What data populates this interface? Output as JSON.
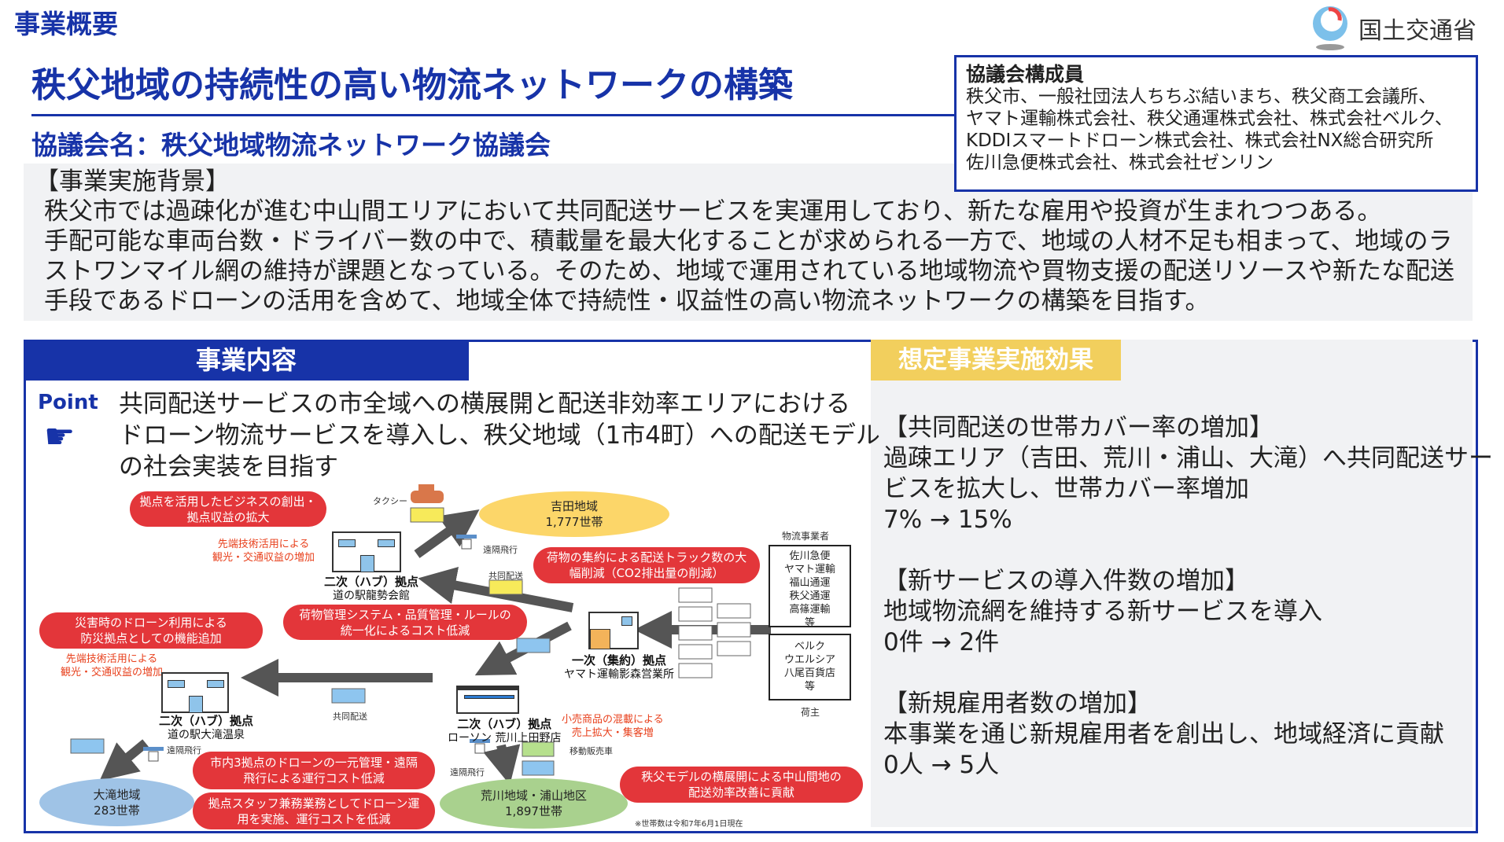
{
  "header": {
    "section_label": "事業概要",
    "title": "秩父地域の持続性の高い物流ネットワークの構築",
    "council_name": "協議会名：秩父地域物流ネットワーク協議会",
    "ministry": "国土交通省"
  },
  "members": {
    "heading": "協議会構成員",
    "lines": [
      "秩父市、一般社団法人ちちぶ結いまち、秩父商工会議所、",
      "ヤマト運輸株式会社、秩父通運株式会社、株式会社ベルク、",
      "KDDIスマートドローン株式会社、株式会社NX総合研究所",
      "佐川急便株式会社、株式会社ゼンリン"
    ]
  },
  "background": {
    "heading": "【事業実施背景】",
    "lines": [
      "秩父市では過疎化が進む中山間エリアにおいて共同配送サービスを実運用しており、新たな雇用や投資が生まれつつある。",
      "手配可能な車両台数・ドライバー数の中で、積載量を最大化することが求められる一方で、地域の人材不足も相まって、地域のラ",
      "ストワンマイル網の維持が課題となっている。そのため、地域で運用されている地域物流や買物支援の配送リソースや新たな配送",
      "手段であるドローンの活用を含めて、地域全体で持続性・収益性の高い物流ネットワークの構築を目指す。"
    ]
  },
  "content": {
    "tab": "事業内容",
    "point_label": "Point",
    "point_lines": [
      "共同配送サービスの市全域への横展開と配送非効率エリアにおける",
      "ドローン物流サービスを導入し、秩父地域（1市4町）への配送モデル",
      "の社会実装を目指す"
    ]
  },
  "diagram": {
    "pills": [
      "拠点を活用したビジネスの創出・\n拠点収益の拡大",
      "荷物の集約による配送トラック数の大\n幅削減（CO2排出量の削減）",
      "荷物管理システム・品質管理・ルールの\n統一化によるコスト低減",
      "災害時のドローン利用による\n防災拠点としての機能追加",
      "市内3拠点のドローンの一元管理・遠隔\n飛行による運行コスト低減",
      "拠点スタッフ兼務業務としてドローン運\n用を実施、運行コストを低減",
      "秩父モデルの横展開による中山間地の\n配送効率改善に貢献"
    ],
    "orange_notes": [
      "先端技術活用による\n観光・交通収益の増加",
      "先端技術活用による\n観光・交通収益の増加",
      "小売商品の混載による\n売上拡大・集客増"
    ],
    "hubs": {
      "ryusei": [
        "二次（ハブ）拠点",
        "道の駅龍勢会館"
      ],
      "otaki": [
        "二次（ハブ）拠点",
        "道の駅大滝温泉"
      ],
      "lawson": [
        "二次（ハブ）拠点",
        "ローソン 荒川上田野店"
      ],
      "primary": [
        "一次（集約）拠点",
        "ヤマト運輸影森営業所"
      ]
    },
    "areas": {
      "yoshida": [
        "吉田地域",
        "1,777世帯"
      ],
      "otaki": [
        "大滝地域",
        "283世帯"
      ],
      "arakawa": [
        "荒川地域・浦山地区",
        "1,897世帯"
      ]
    },
    "small_labels": {
      "taxi": "タクシー",
      "remote_flight": "遠隔飛行",
      "joint_delivery": "共同配送",
      "mobile_sales": "移動販売車",
      "carriers_heading": "物流事業者",
      "shippers_label": "荷主",
      "note": "※世帯数は令和7年6月1日現在"
    },
    "carriers": [
      "佐川急便",
      "ヤマト運輸",
      "福山通運",
      "秩父通運",
      "高篠運輸",
      "等"
    ],
    "shippers": [
      "ベルク",
      "ウエルシア",
      "八尾百貨店",
      "等"
    ]
  },
  "effects": {
    "tab": "想定事業実施効果",
    "groups": [
      {
        "heading": "【共同配送の世帯カバー率の増加】",
        "lines": [
          "過疎エリア（吉田、荒川・浦山、大滝）へ共同配送サー",
          "ビスを拡大し、世帯カバー率増加"
        ],
        "value": "7% → 15%"
      },
      {
        "heading": "【新サービスの導入件数の増加】",
        "lines": [
          "地域物流網を維持する新サービスを導入"
        ],
        "value": "0件 → 2件"
      },
      {
        "heading": "【新規雇用者数の増加】",
        "lines": [
          "本事業を通じ新規雇用者を創出し、地域経済に貢献"
        ],
        "value": "0人 → 5人"
      }
    ]
  },
  "colors": {
    "brand_blue": "#1733a8",
    "pill_red": "#e3363a",
    "tab_yellow": "#f2cf5d",
    "panel_gray": "#f1f2f4"
  }
}
